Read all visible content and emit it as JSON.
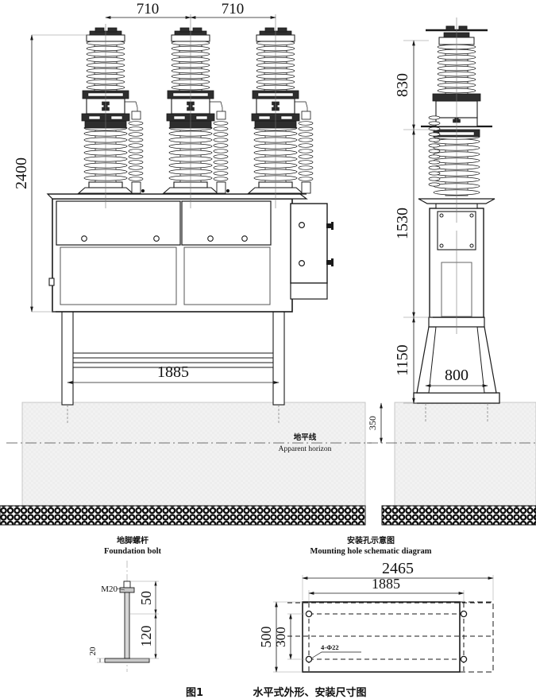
{
  "figure": {
    "caption_cn": "图1",
    "caption_cn_title": "水平式外形、安装尺寸图",
    "ground_label_cn": "地平线",
    "ground_label_en": "Apparent horizon"
  },
  "front_view": {
    "dim_phase_spacing_1": "710",
    "dim_phase_spacing_2": "710",
    "dim_total_height": "2400",
    "dim_leg_span": "1885"
  },
  "side_view": {
    "dim_upper_insulator": "830",
    "dim_mid_height": "1530",
    "dim_base_height": "1150",
    "dim_base_width": "800",
    "dim_embed_depth": "350"
  },
  "foundation_bolt": {
    "title_cn": "地脚螺杆",
    "title_en": "Foundation bolt",
    "thread_spec": "M20",
    "dim_thread_len": "50",
    "dim_shank_len": "120",
    "dim_plate_thk": "20"
  },
  "mounting_holes": {
    "title_cn": "安装孔示意图",
    "title_en": "Mounting hole schematic diagram",
    "dim_overall_width": "2465",
    "dim_hole_pitch_x": "1885",
    "dim_overall_depth": "500",
    "dim_hole_pitch_y": "300",
    "hole_spec": "4-Φ22"
  },
  "colors": {
    "line": "#1a1a1a",
    "thin": "#555555",
    "fill_light": "#f0f0f0",
    "fill_mid": "#d9d9d9",
    "hatch": "#222222"
  }
}
